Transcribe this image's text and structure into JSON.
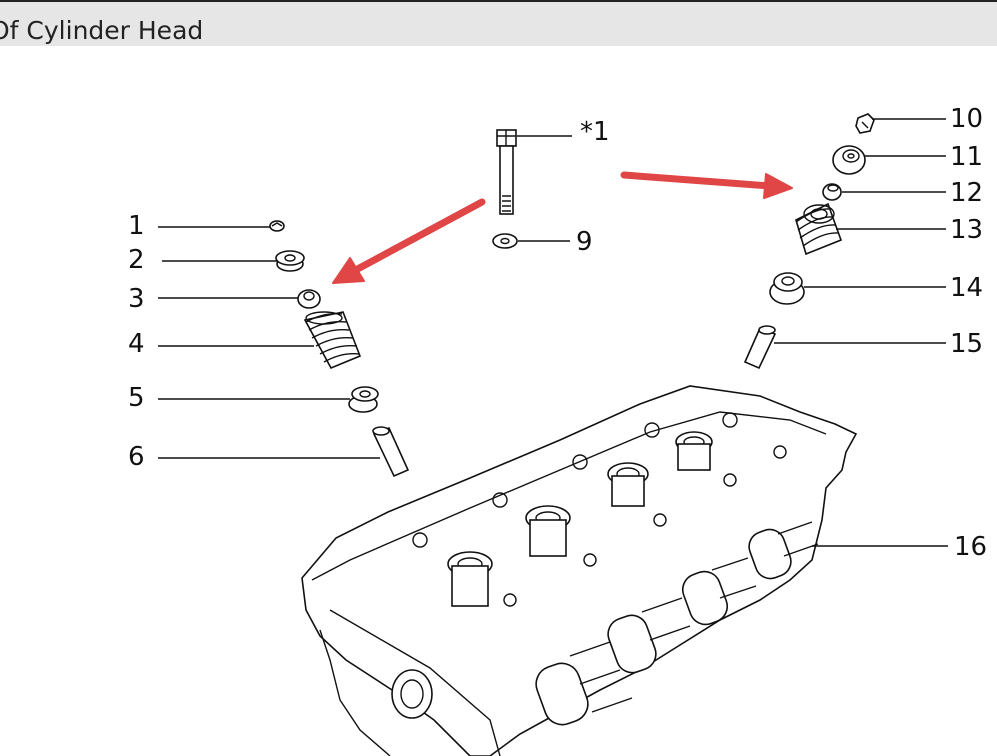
{
  "header": {
    "title": "Of Cylinder Head"
  },
  "callouts": {
    "c1": "1",
    "c2": "2",
    "c3": "3",
    "c4": "4",
    "c5": "5",
    "c6": "6",
    "c1star": "*1",
    "c9": "9",
    "c10": "10",
    "c11": "11",
    "c12": "12",
    "c13": "13",
    "c14": "14",
    "c15": "15",
    "c16": "16"
  },
  "colors": {
    "arrow": "#e04646",
    "header_bg": "#e6e6e6",
    "line": "#111111"
  }
}
